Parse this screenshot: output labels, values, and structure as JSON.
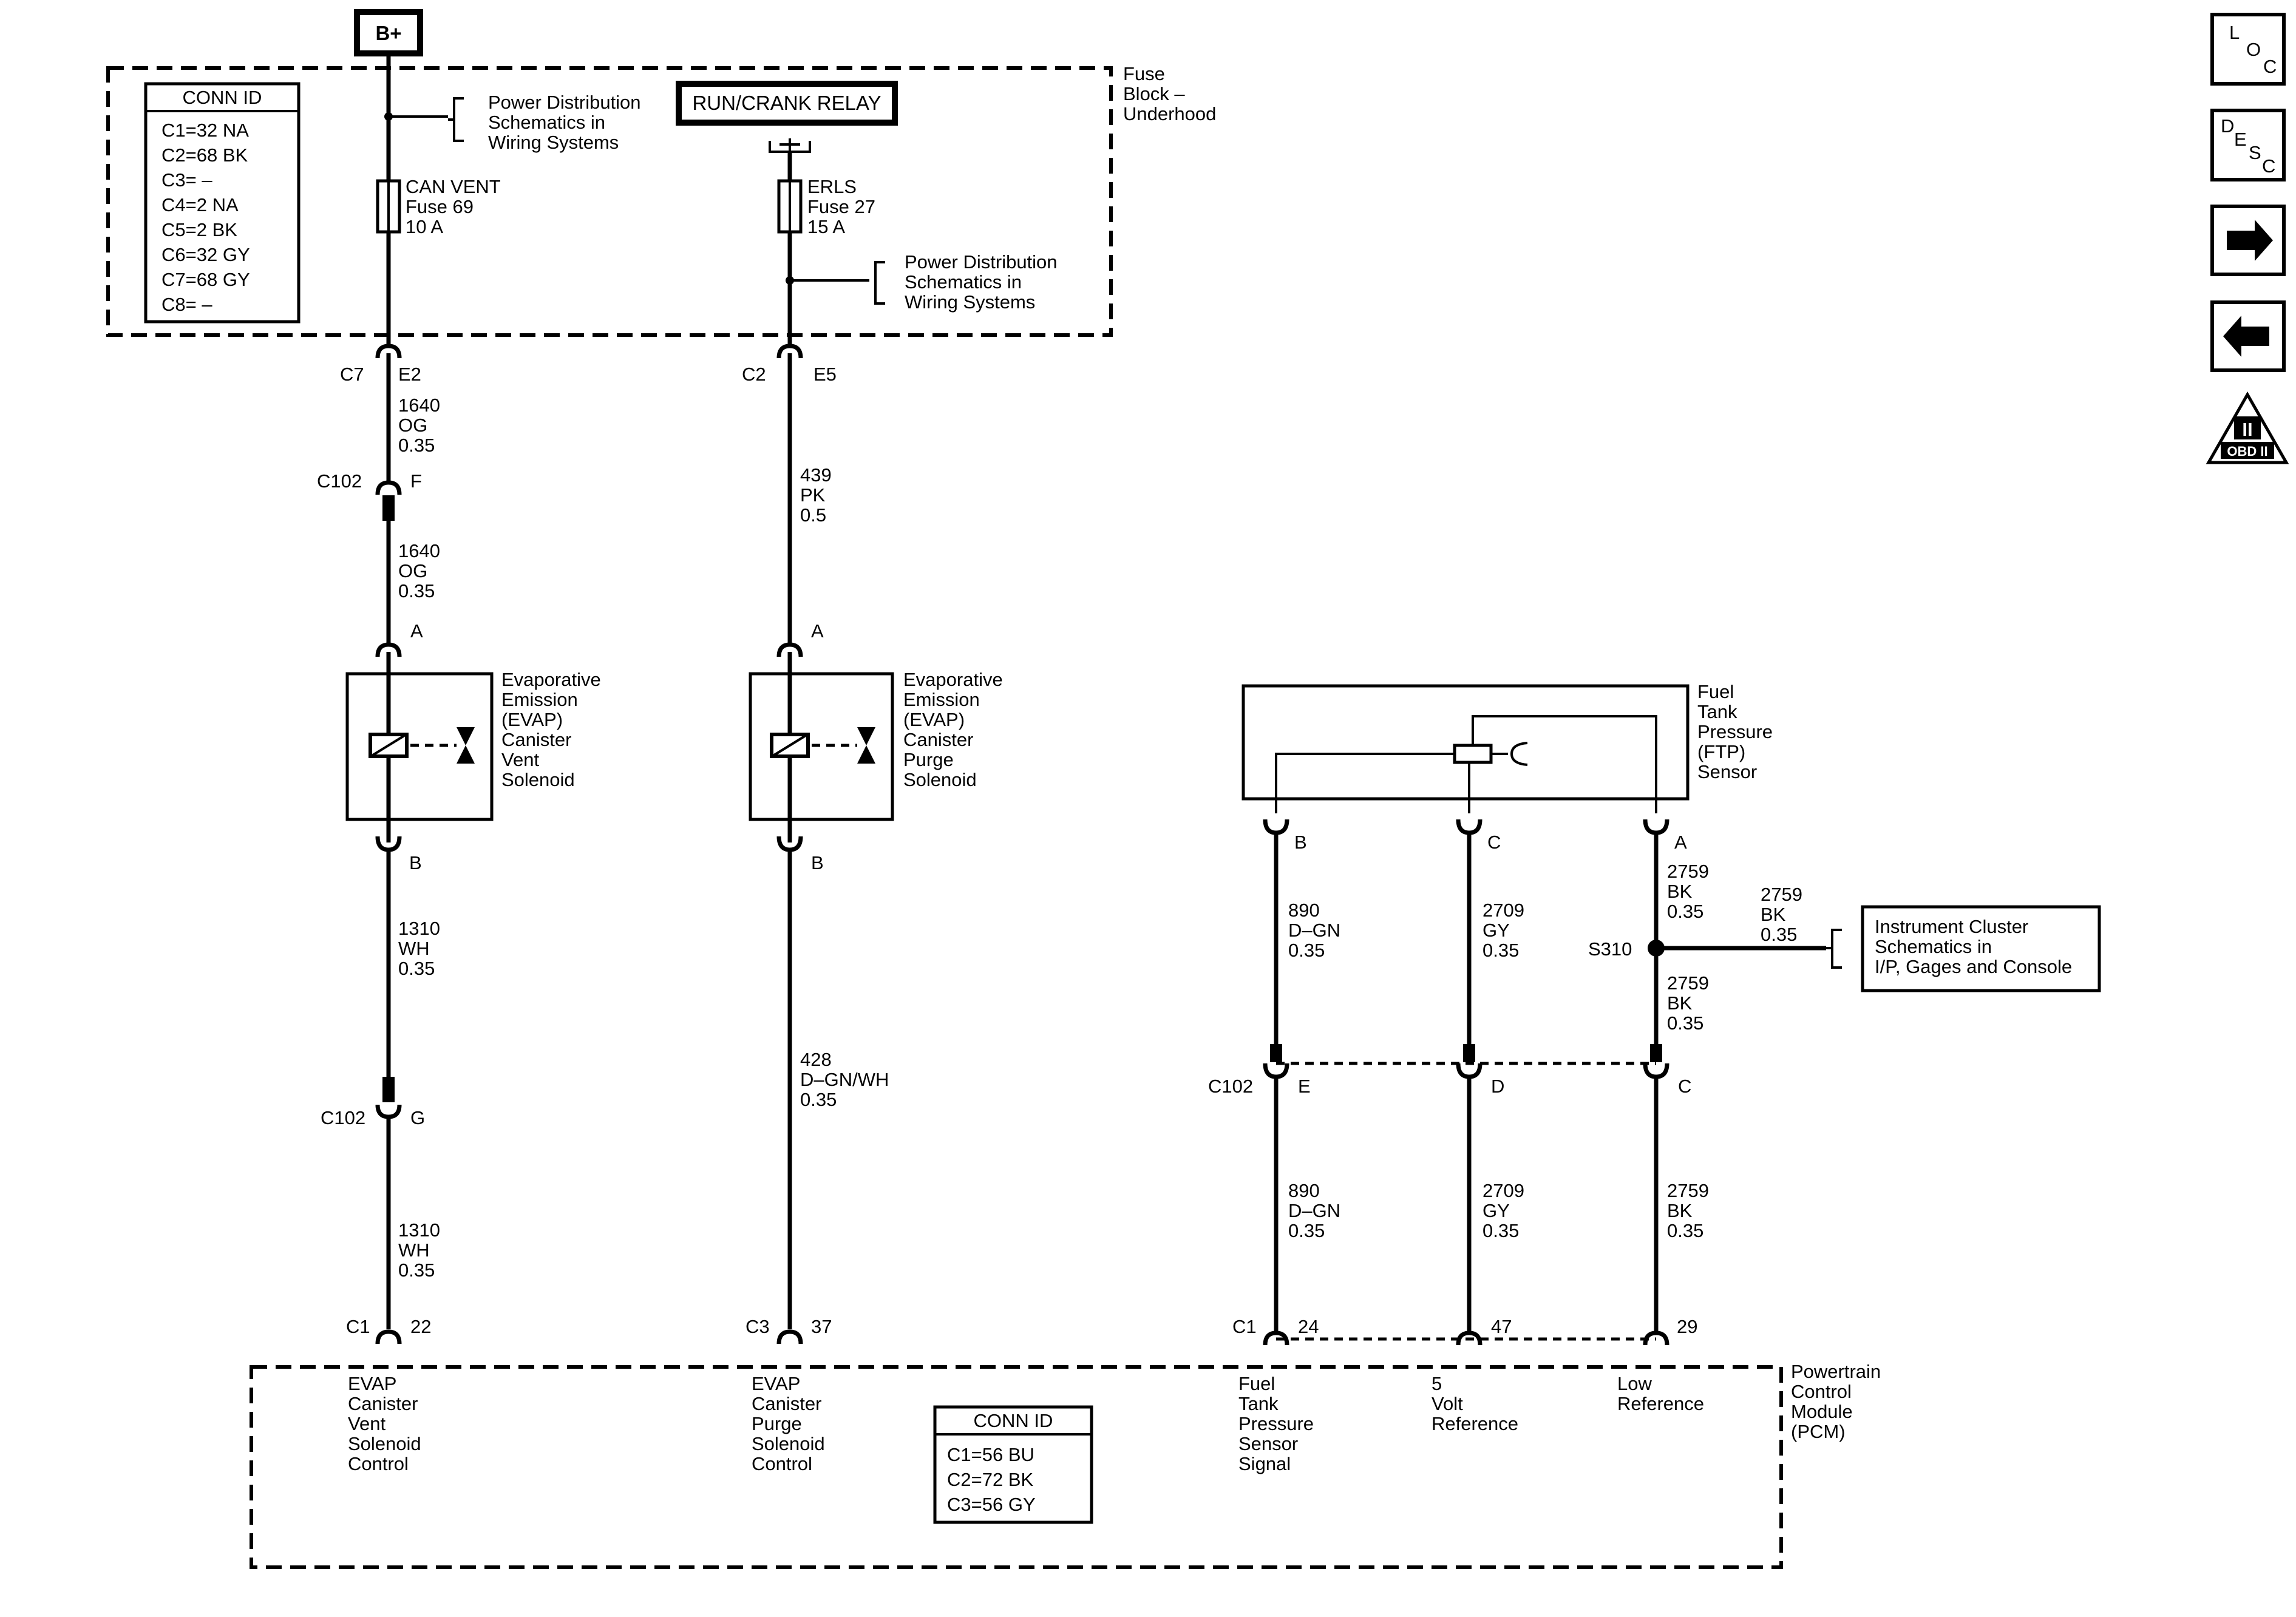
{
  "supply": {
    "label": "B+"
  },
  "fuse_block": {
    "name": [
      "Fuse",
      "Block –",
      "Underhood"
    ],
    "conn_id": {
      "title": "CONN ID",
      "rows": [
        "C1=32 NA",
        "C2=68 BK",
        "C3= –",
        "C4=2 NA",
        "C5=2 BK",
        "C6=32 GY",
        "C7=68 GY",
        "C8= –"
      ]
    },
    "relay": "RUN/CRANK RELAY",
    "fuse_left": [
      "CAN VENT",
      "Fuse 69",
      "10 A"
    ],
    "fuse_right": [
      "ERLS",
      "Fuse 27",
      "15 A"
    ],
    "ref_left": [
      "Power Distribution",
      "Schematics in",
      "Wiring Systems"
    ],
    "ref_right": [
      "Power Distribution",
      "Schematics in",
      "Wiring Systems"
    ]
  },
  "circuit_left": {
    "conn_top": {
      "name": "C7",
      "pin": "E2"
    },
    "wire1": [
      "1640",
      "OG",
      "0.35"
    ],
    "inline1": {
      "name": "C102",
      "pin": "F"
    },
    "wire2": [
      "1640",
      "OG",
      "0.35"
    ],
    "pin_a": "A",
    "component": [
      "Evaporative",
      "Emission",
      "(EVAP)",
      "Canister",
      "Vent",
      "Solenoid"
    ],
    "pin_b": "B",
    "wire3": [
      "1310",
      "WH",
      "0.35"
    ],
    "inline2": {
      "name": "C102",
      "pin": "G"
    },
    "wire4": [
      "1310",
      "WH",
      "0.35"
    ],
    "pcm_conn": {
      "name": "C1",
      "pin": "22"
    },
    "pcm_label": [
      "EVAP",
      "Canister",
      "Vent",
      "Solenoid",
      "Control"
    ]
  },
  "circuit_mid": {
    "conn_top": {
      "name": "C2",
      "pin": "E5"
    },
    "wire1": [
      "439",
      "PK",
      "0.5"
    ],
    "pin_a": "A",
    "component": [
      "Evaporative",
      "Emission",
      "(EVAP)",
      "Canister",
      "Purge",
      "Solenoid"
    ],
    "pin_b": "B",
    "wire2": [
      "428",
      "D–GN/WH",
      "0.35"
    ],
    "pcm_conn": {
      "name": "C3",
      "pin": "37"
    },
    "pcm_label": [
      "EVAP",
      "Canister",
      "Purge",
      "Solenoid",
      "Control"
    ]
  },
  "ftp": {
    "name": [
      "Fuel",
      "Tank",
      "Pressure",
      "(FTP)",
      "Sensor"
    ],
    "pins": [
      "B",
      "C",
      "A"
    ],
    "wires_upper": [
      [
        "890",
        "D–GN",
        "0.35"
      ],
      [
        "2709",
        "GY",
        "0.35"
      ],
      [
        "2759",
        "BK",
        "0.35"
      ]
    ],
    "splice": "S310",
    "splice_branch": [
      "2759",
      "BK",
      "0.35"
    ],
    "splice_lower": [
      "2759",
      "BK",
      "0.35"
    ],
    "cluster_ref": [
      "Instrument Cluster",
      "Schematics in",
      "I/P, Gages and Console"
    ],
    "inline": {
      "name": "C102",
      "pins": [
        "E",
        "D",
        "C"
      ]
    },
    "wires_lower": [
      [
        "890",
        "D–GN",
        "0.35"
      ],
      [
        "2709",
        "GY",
        "0.35"
      ],
      [
        "2759",
        "BK",
        "0.35"
      ]
    ],
    "pcm_conn": {
      "name": "C1",
      "pins": [
        "24",
        "47",
        "29"
      ]
    },
    "pcm_labels": [
      [
        "Fuel",
        "Tank",
        "Pressure",
        "Sensor",
        "Signal"
      ],
      [
        "5",
        "Volt",
        "Reference"
      ],
      [
        "Low",
        "Reference"
      ]
    ]
  },
  "pcm": {
    "name": [
      "Powertrain",
      "Control",
      "Module",
      "(PCM)"
    ],
    "conn_id": {
      "title": "CONN ID",
      "rows": [
        "C1=56 BU",
        "C2=72 BK",
        "C3=56 GY"
      ]
    }
  },
  "nav": {
    "loc": [
      "L",
      "O",
      "C"
    ],
    "desc": [
      "D",
      "E",
      "S",
      "C"
    ],
    "obd": {
      "numeral": "II",
      "label": "OBD II"
    }
  }
}
